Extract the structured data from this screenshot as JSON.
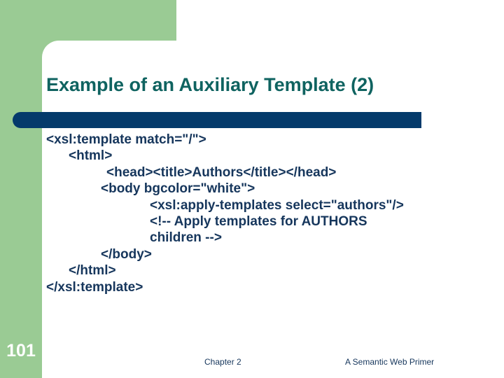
{
  "slide": {
    "title": "Example of an Auxiliary Template (2)",
    "page_number": "101",
    "footer_center": "Chapter 2",
    "footer_right": "A Semantic Web Primer",
    "colors": {
      "green": "#9ACB94",
      "title_teal": "#0F6360",
      "bar_navy": "#043A6B",
      "body_navy": "#16365C",
      "background": "#ffffff"
    },
    "code_lines": [
      {
        "text": "<xsl:template match=\"/\">",
        "indent": 0
      },
      {
        "text": "<html>",
        "indent": 1
      },
      {
        "text": "<head><title>Authors</title></head>",
        "indent": 2
      },
      {
        "text": "<body bgcolor=\"white\">",
        "indent": 2
      },
      {
        "text": "<xsl:apply-templates select=\"authors\"/>",
        "indent": 3
      },
      {
        "text": "<!-- Apply templates for AUTHORS",
        "indent": 3
      },
      {
        "text": "children -->",
        "indent": 3
      },
      {
        "text": "</body>",
        "indent": 2
      },
      {
        "text": "</html>",
        "indent": 1
      },
      {
        "text": "</xsl:template>",
        "indent": 0
      }
    ]
  }
}
